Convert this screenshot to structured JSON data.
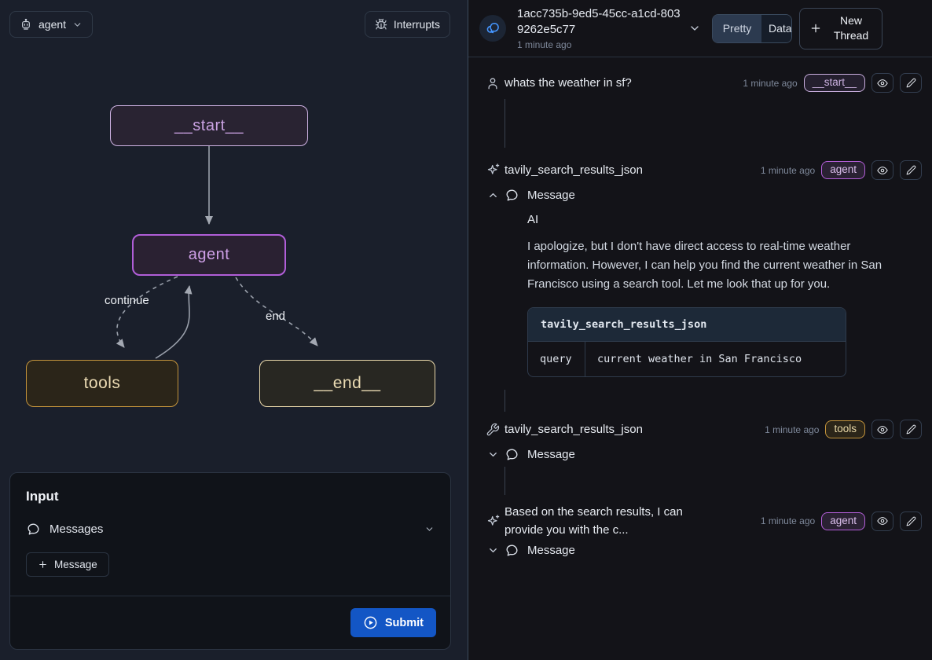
{
  "theme": {
    "accent_purple": "#b15ed8",
    "accent_gold": "#c4943c",
    "accent_cream": "#e9d8ab",
    "accent_blue": "#1356c5",
    "thread_icon_blue": "#4596ff",
    "left_bg": "#1a1f2b",
    "right_bg": "#131318"
  },
  "left_panel": {
    "graph_select": {
      "label": "agent"
    },
    "interrupts_button": {
      "label": "Interrupts"
    },
    "graph": {
      "nodes": [
        {
          "id": "start",
          "label": "__start__"
        },
        {
          "id": "agent",
          "label": "agent"
        },
        {
          "id": "tools",
          "label": "tools"
        },
        {
          "id": "end",
          "label": "__end__"
        }
      ],
      "edge_labels": {
        "continue": "continue",
        "end": "end"
      }
    },
    "input": {
      "title": "Input",
      "messages_label": "Messages",
      "add_message_label": "Message",
      "submit_label": "Submit"
    }
  },
  "right_panel": {
    "header": {
      "thread_id": "1acc735b-9ed5-45cc-a1cd-8039262e5c77",
      "timestamp": "1 minute ago",
      "view_toggle": {
        "pretty": "Pretty",
        "data": "Data"
      },
      "new_thread_label": "New Thread"
    },
    "messages": [
      {
        "title": "whats the weather in sf?",
        "timestamp": "1 minute ago",
        "badge": "__start__"
      },
      {
        "title": "tavily_search_results_json",
        "timestamp": "1 minute ago",
        "badge": "agent",
        "message_label": "Message",
        "role": "AI",
        "paragraph": "I apologize, but I don't have direct access to real-time weather information. However, I can help you find the current weather in San Francisco using a search tool. Let me look that up for you.",
        "tool_call": {
          "name": "tavily_search_results_json",
          "param_key": "query",
          "param_value": "current weather in San Francisco"
        }
      },
      {
        "title": "tavily_search_results_json",
        "timestamp": "1 minute ago",
        "badge": "tools",
        "message_label": "Message"
      },
      {
        "title": "Based on the search results, I can provide you with the c...",
        "timestamp": "1 minute ago",
        "badge": "agent",
        "message_label": "Message"
      }
    ]
  }
}
